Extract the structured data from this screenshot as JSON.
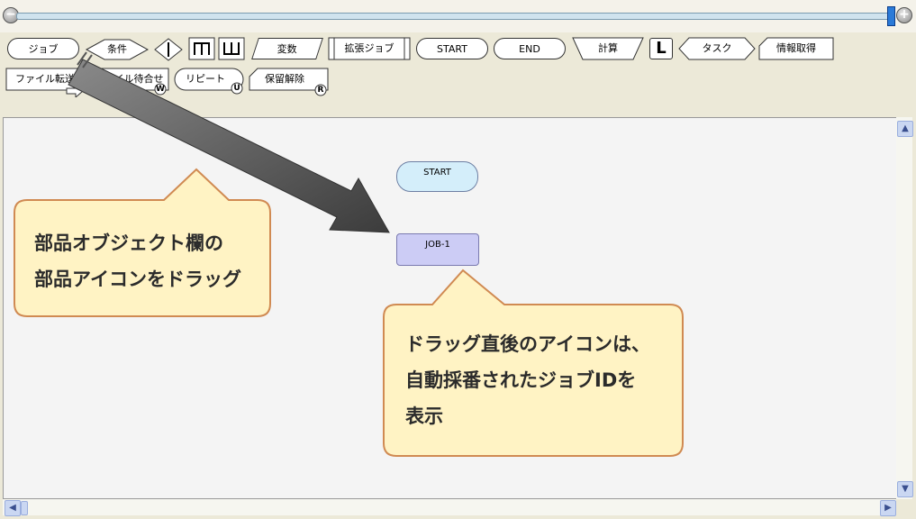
{
  "palette": {
    "job": "ジョブ",
    "condition": "条件",
    "variable": "変数",
    "extended_job": "拡張ジョブ",
    "start": "START",
    "end": "END",
    "calc": "計算",
    "task": "タスク",
    "info": "情報取得",
    "file_transfer": "ファイル転送",
    "file_wait": "ファイル待合せ",
    "repeat": "リピート",
    "hold_release": "保留解除",
    "l_symbol": "L",
    "badge_w": "W",
    "badge_u": "U",
    "badge_r": "R"
  },
  "canvas": {
    "start_node": "START",
    "job_node": "JOB-1"
  },
  "callout1": {
    "line1": "部品オブジェクト欄の",
    "line2": "部品アイコンをドラッグ"
  },
  "callout2": {
    "line1": "ドラッグ直後のアイコンは、",
    "line2": "自動採番されたジョブIDを",
    "line3": "表示"
  },
  "colors": {
    "callout_fill": "#fff3c4",
    "callout_border": "#d08a52",
    "start_node_fill": "#d4eefa",
    "job_node_fill": "#ccccf5",
    "arrow": "#505050"
  }
}
